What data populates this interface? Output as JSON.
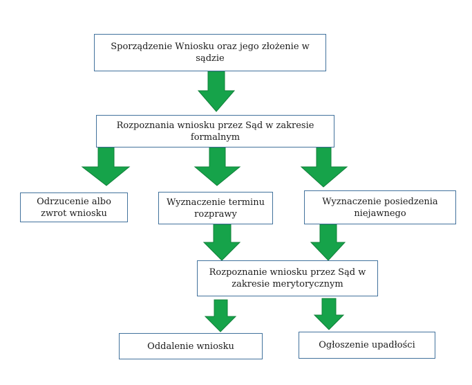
{
  "nodes": {
    "step1": "Sporządzenie Wniosku oraz jego złożenie w sądzie",
    "step2": "Rozpoznania wniosku przez Sąd w zakresie formalnym",
    "reject": "Odrzucenie albo zwrot wniosku",
    "hearing": "Wyznaczenie terminu rozprawy",
    "closed_session": "Wyznaczenie posiedzenia niejawnego",
    "merits": "Rozpoznanie wniosku przez Sąd w zakresie merytorycznym",
    "dismissal": "Oddalenie wniosku",
    "bankruptcy": "Ogłoszenie upadłości"
  },
  "colors": {
    "arrow_fill": "#16a34a",
    "arrow_stroke": "#11803a",
    "box_border": "#41719c"
  }
}
